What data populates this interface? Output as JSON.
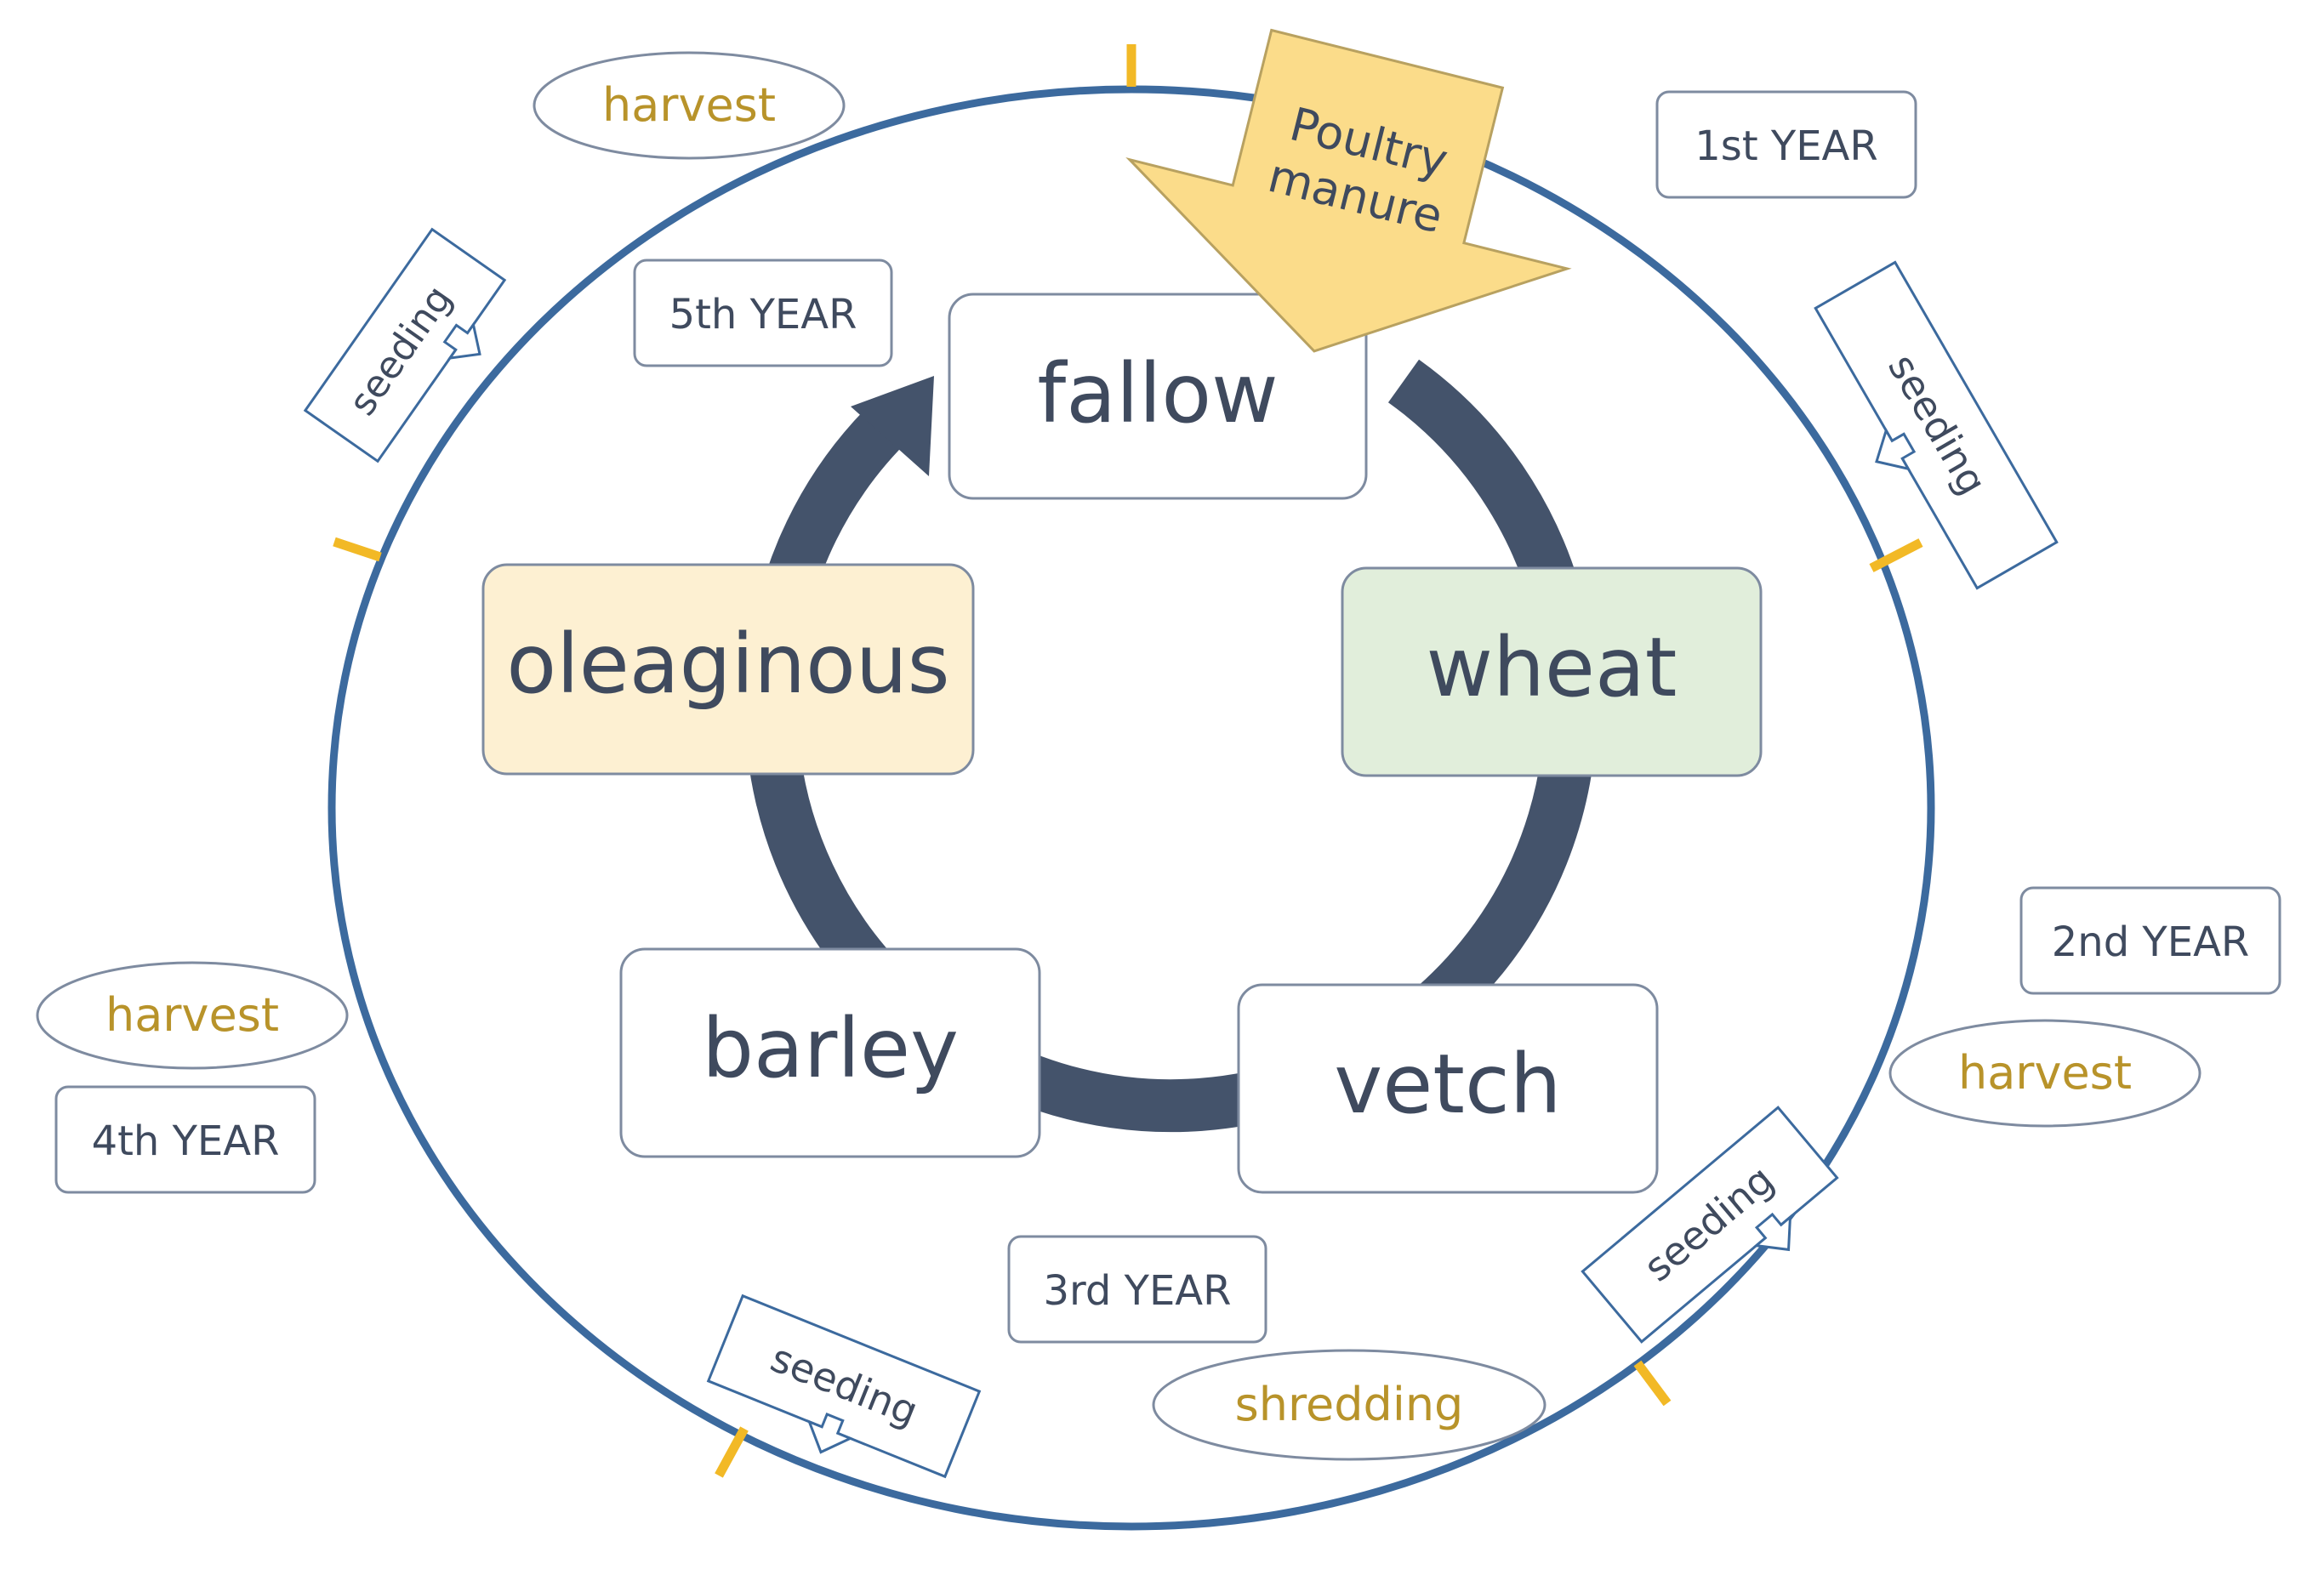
{
  "colors": {
    "outer_circle": "#3c6a9e",
    "inner_ring": "#44536b",
    "tick": "#f2b926",
    "text_dark": "#3f4a5e",
    "text_gold": "#b8932a",
    "box_border": "#7e8ba0",
    "oleaginous_fill": "#fdf0d2",
    "wheat_fill": "#e1eedb",
    "manure_fill": "#fbdc8a"
  },
  "crops": {
    "fallow": "fallow",
    "wheat": "wheat",
    "vetch": "vetch",
    "barley": "barley",
    "oleaginous": "oleaginous"
  },
  "years": {
    "y1": "1st YEAR",
    "y2": "2nd YEAR",
    "y3": "3rd YEAR",
    "y4": "4th YEAR",
    "y5": "5th YEAR"
  },
  "events": {
    "harvest_top": "harvest",
    "harvest_left": "harvest",
    "harvest_right": "harvest",
    "shredding": "shredding"
  },
  "seeding": {
    "upper_left": "seeding",
    "upper_right": "seeding",
    "lower_right": "seeding",
    "bottom": "seeding"
  },
  "manure": {
    "line1": "Poultry",
    "line2": "manure"
  }
}
